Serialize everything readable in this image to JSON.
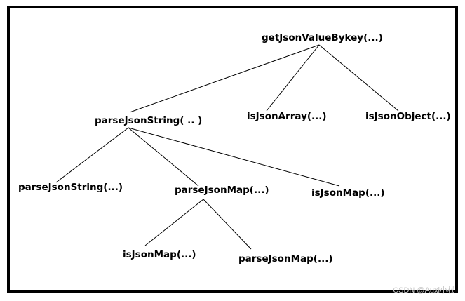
{
  "nodes": {
    "root": "getJsonValueBykey(...)",
    "parse_json_string_top": "parseJsonString( .. )",
    "is_json_array": "isJsonArray(...)",
    "is_json_object": "isJsonObject(...)",
    "parse_json_string_child": "parseJsonString(...)",
    "parse_json_map_mid": "parseJsonMap(...)",
    "is_json_map_right": "isJsonMap(...)",
    "is_json_map_bottom": "isJsonMap(...)",
    "parse_json_map_bottom": "parseJsonMap(...)"
  },
  "watermark": "CSDN @Auxi小杖",
  "colors": {
    "line": "#000000",
    "text": "#000000",
    "frame": "#000000",
    "watermark": "#c8c8c8"
  }
}
